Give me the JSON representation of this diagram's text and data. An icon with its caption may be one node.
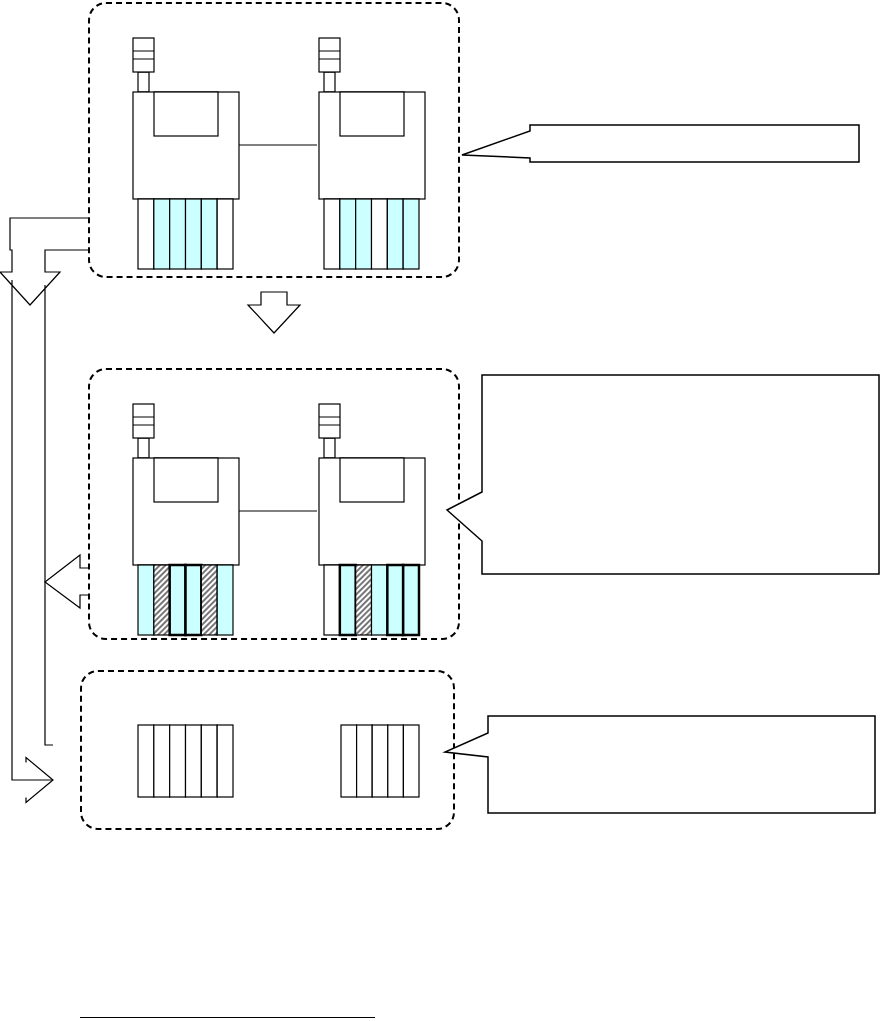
{
  "diagram": {
    "nodes": [
      {
        "text": [],
        "shape": "box"
      },
      {
        "text": [],
        "shape": "picture",
        "in": 0
      },
      {
        "text": [],
        "shape": "picture",
        "in": 0
      },
      {
        "text": [],
        "shape": "box"
      },
      {
        "text": [],
        "shape": "picture",
        "in": 3
      },
      {
        "text": [],
        "shape": "picture",
        "in": 3
      },
      {
        "text": [],
        "shape": "box"
      },
      {
        "text": [],
        "shape": "box",
        "in": 6
      },
      {
        "text": [],
        "shape": "box",
        "in": 6
      },
      {
        "text": [],
        "shape": "callout"
      },
      {
        "text": [],
        "shape": "callout"
      },
      {
        "text": [],
        "shape": "callout"
      }
    ],
    "edges": [
      {
        "from": 1,
        "to": 2,
        "arrow": "none"
      },
      {
        "from": 4,
        "to": 5,
        "arrow": "none"
      },
      {
        "from": 0,
        "to": 3,
        "arrow": "to"
      },
      {
        "from": 0,
        "to": 6,
        "arrow": "to"
      },
      {
        "from": 3,
        "to": null,
        "arrow": "to"
      }
    ]
  }
}
